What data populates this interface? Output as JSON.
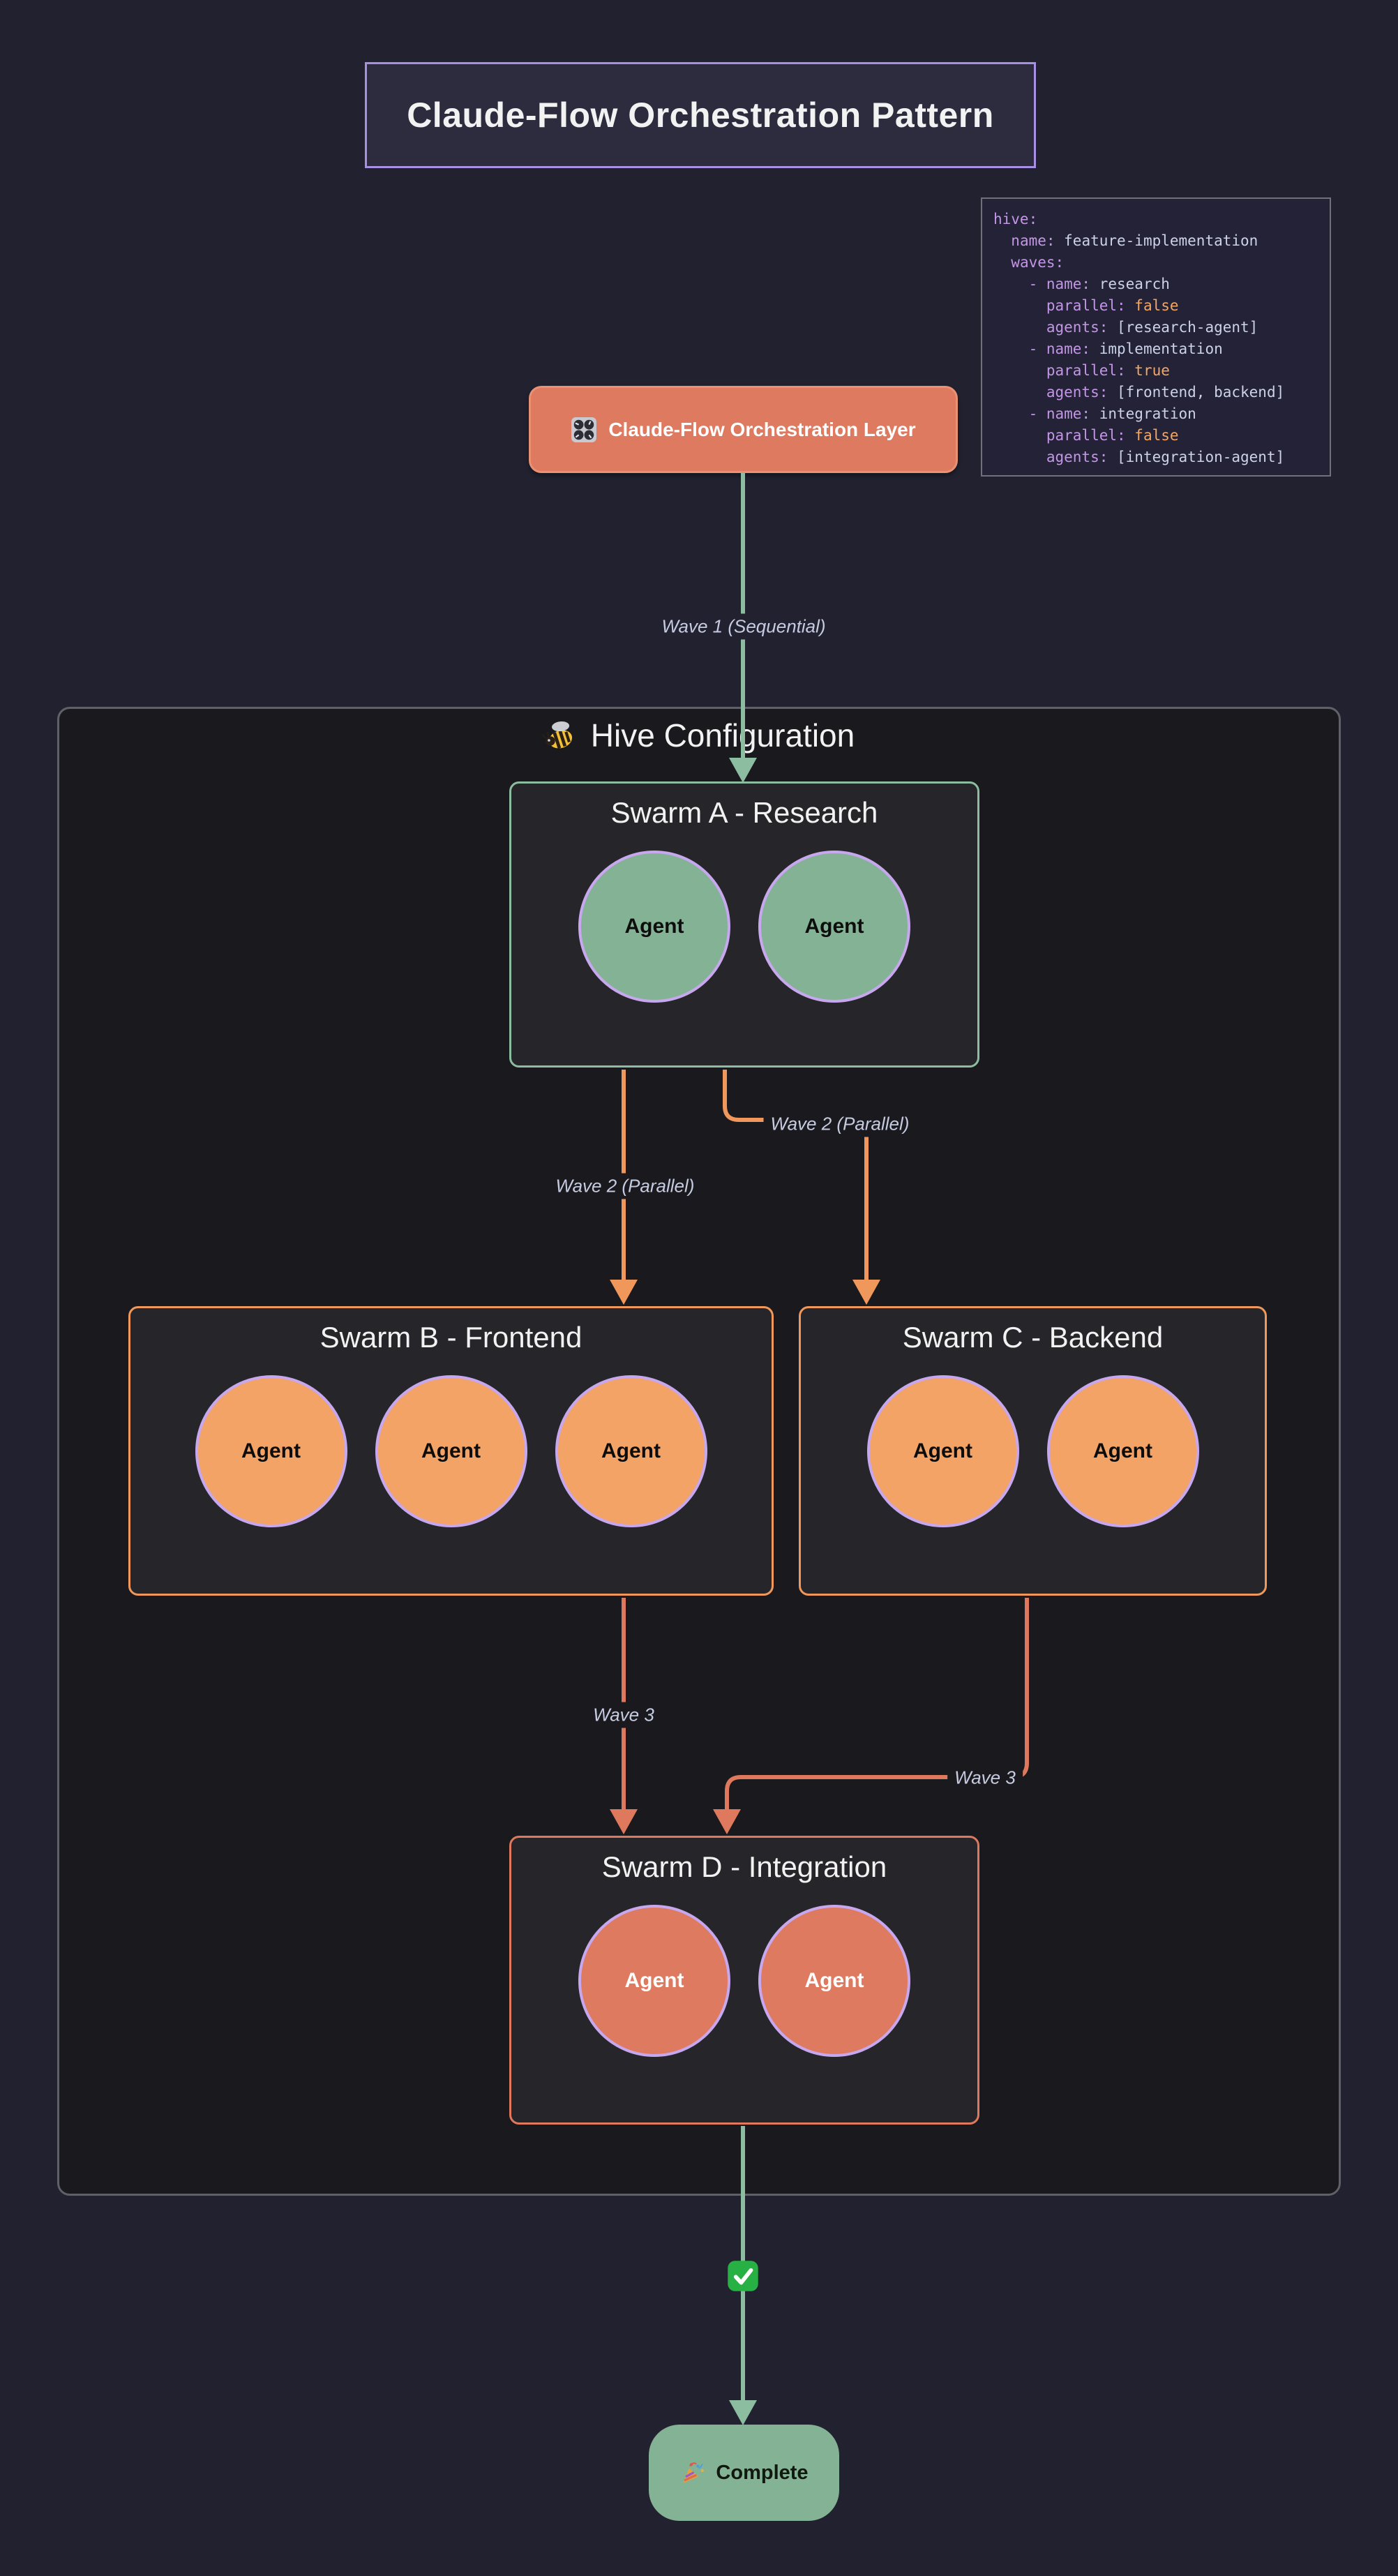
{
  "title": "Claude-Flow Orchestration Pattern",
  "orchestration": {
    "label": "Claude-Flow Orchestration Layer",
    "icon": "control-knobs-icon"
  },
  "code_block": {
    "lines": [
      [
        {
          "c": "key",
          "t": "hive:"
        }
      ],
      [
        {
          "c": "plain",
          "t": "  "
        },
        {
          "c": "key",
          "t": "name:"
        },
        {
          "c": "plain",
          "t": " feature-implementation"
        }
      ],
      [
        {
          "c": "plain",
          "t": "  "
        },
        {
          "c": "key",
          "t": "waves:"
        }
      ],
      [
        {
          "c": "plain",
          "t": "    "
        },
        {
          "c": "key",
          "t": "- name:"
        },
        {
          "c": "plain",
          "t": " research"
        }
      ],
      [
        {
          "c": "plain",
          "t": "      "
        },
        {
          "c": "key",
          "t": "parallel:"
        },
        {
          "c": "bool",
          "t": " false"
        }
      ],
      [
        {
          "c": "plain",
          "t": "      "
        },
        {
          "c": "key",
          "t": "agents:"
        },
        {
          "c": "plain",
          "t": " [research-agent]"
        }
      ],
      [
        {
          "c": "plain",
          "t": "    "
        },
        {
          "c": "key",
          "t": "- name:"
        },
        {
          "c": "plain",
          "t": " implementation"
        }
      ],
      [
        {
          "c": "plain",
          "t": "      "
        },
        {
          "c": "key",
          "t": "parallel:"
        },
        {
          "c": "bool",
          "t": " true"
        }
      ],
      [
        {
          "c": "plain",
          "t": "      "
        },
        {
          "c": "key",
          "t": "agents:"
        },
        {
          "c": "plain",
          "t": " [frontend, backend]"
        }
      ],
      [
        {
          "c": "plain",
          "t": "    "
        },
        {
          "c": "key",
          "t": "- name:"
        },
        {
          "c": "plain",
          "t": " integration"
        }
      ],
      [
        {
          "c": "plain",
          "t": "      "
        },
        {
          "c": "key",
          "t": "parallel:"
        },
        {
          "c": "bool",
          "t": " false"
        }
      ],
      [
        {
          "c": "plain",
          "t": "      "
        },
        {
          "c": "key",
          "t": "agents:"
        },
        {
          "c": "plain",
          "t": " [integration-agent]"
        }
      ]
    ]
  },
  "hive": {
    "label": "Hive Configuration",
    "icon": "bee-icon",
    "swarms": [
      {
        "id": "A",
        "title": "Swarm A - Research",
        "accent": "green",
        "agents": [
          "Agent",
          "Agent"
        ]
      },
      {
        "id": "B",
        "title": "Swarm B - Frontend",
        "accent": "orange",
        "agents": [
          "Agent",
          "Agent",
          "Agent"
        ]
      },
      {
        "id": "C",
        "title": "Swarm C - Backend",
        "accent": "orange",
        "agents": [
          "Agent",
          "Agent"
        ]
      },
      {
        "id": "D",
        "title": "Swarm D - Integration",
        "accent": "salmon",
        "agents": [
          "Agent",
          "Agent"
        ]
      }
    ]
  },
  "edges": {
    "wave1_label": "Wave 1 (Sequential)",
    "wave2_left_label": "Wave 2 (Parallel)",
    "wave2_right_label": "Wave 2 (Parallel)",
    "wave3_left_label": "Wave 3",
    "wave3_right_label": "Wave 3"
  },
  "milestone": {
    "icon": "check-mark-icon"
  },
  "complete": {
    "label": "Complete",
    "icon": "party-popper-icon"
  },
  "colors": {
    "page_bg": "#212130",
    "cluster_bg": "#1a1a1e",
    "cluster_border": "#606069",
    "box_bg": "#262529",
    "green_edge": "#8dbda1",
    "green_fill": "#84b295",
    "orange_edge": "#f0985c",
    "orange_fill": "#f3a366",
    "salmon_edge": "#de795d",
    "salmon_fill": "#de7a5f",
    "purple_node_border": "#c7a7ee",
    "title_border": "#a78fe3",
    "title_box_bg": "#2d2c3e",
    "code_bg": "#232236",
    "code_border": "#70707a",
    "code_key": "#c496e6",
    "code_plain": "#ccd2e8",
    "code_bool": "#f2a766",
    "wave_label": "#c6cbe2",
    "text_light": "#f2f2f2"
  }
}
